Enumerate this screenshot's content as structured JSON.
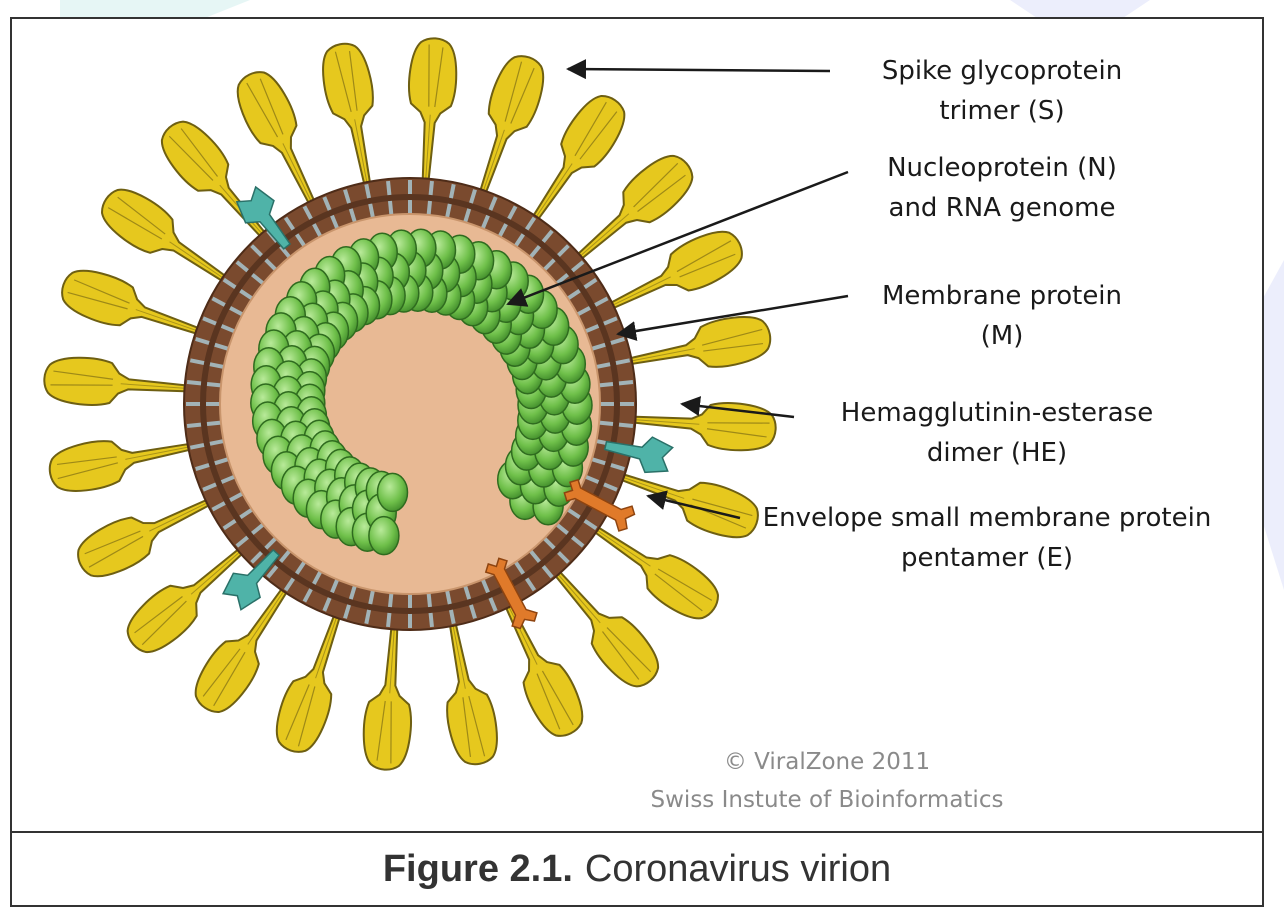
{
  "figure": {
    "number": "Figure 2.1.",
    "caption": "Coronavirus virion"
  },
  "labels": {
    "spike": [
      "Spike glycoprotein",
      "trimer (S)"
    ],
    "nucleoprotein": [
      "Nucleoprotein (N)",
      "and RNA genome"
    ],
    "membrane": [
      "Membrane protein",
      "(M)"
    ],
    "hemagglutinin": [
      "Hemagglutinin-esterase",
      "dimer (HE)"
    ],
    "envelope": [
      "Envelope small membrane protein",
      "pentamer (E)"
    ]
  },
  "credits": {
    "line1": "© ViralZone 2011",
    "line2": "Swiss Instute of Bioinformatics"
  },
  "colors": {
    "spike": "#e6c81e",
    "spike_outline": "#6e5f12",
    "nucleocapsid": "#6fc04a",
    "nucleocapsid_outline": "#2f6b1f",
    "interior": "#e8b994",
    "membrane": "#7a4a2e",
    "membrane_light": "#a9c6cf",
    "hemagglutinin": "#4fb3a8",
    "envelope": "#e07a2a",
    "frame": "#333333",
    "background_accent": "#e6f5f6"
  }
}
